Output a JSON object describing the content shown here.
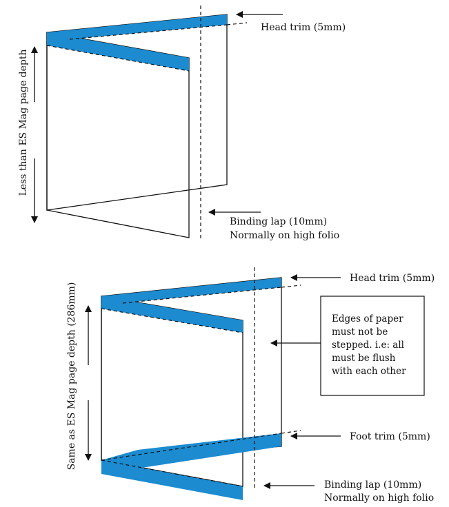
{
  "colors": {
    "accent": "#1c8bd0",
    "line": "#111111",
    "background": "#ffffff"
  },
  "diagram1": {
    "head_trim_label": "Head trim (5mm)",
    "binding_lap_line1": "Binding lap (10mm)",
    "binding_lap_line2": "Normally on high folio",
    "depth_label": "Less than ES Mag page depth"
  },
  "diagram2": {
    "head_trim_label": "Head trim (5mm)",
    "foot_trim_label": "Foot trim (5mm)",
    "binding_lap_line1": "Binding lap (10mm)",
    "binding_lap_line2": "Normally on high folio",
    "depth_label": "Same as ES Mag page depth (286mm)",
    "note_lines": [
      "Edges of paper",
      "must not be",
      "stepped. i.e: all",
      "must be flush",
      "with each other"
    ]
  }
}
